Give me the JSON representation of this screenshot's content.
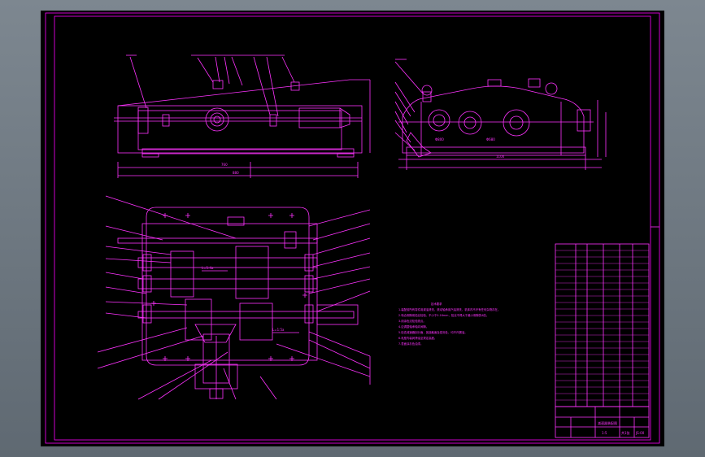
{
  "colors": {
    "background": "#000000",
    "frame": "#ff00ff",
    "line": "#ff33ff",
    "window": "#6b757e"
  },
  "drawing": {
    "notes_title": "技术要求",
    "notes": [
      "1.装配前所有零件用煤油清洗，滚动轴承用汽油清洗，机体内不许有任何杂物存在。",
      "2.啮合侧隙用铅丝检验，不小于0.16mm，铅丝不得大于最小侧隙的4倍。",
      "3.用涂色法检验斑点。",
      "4.应调整轴承轴向间隙。",
      "5.检查减速器剖分面，各接触面及密封处，均不许漏油。",
      "6.机座内装润滑油至规定高度。",
      "7.表面涂灰色油漆。"
    ],
    "top_view_dims": [
      "760",
      "880"
    ],
    "side_view_dims": [
      "Φ800",
      "Φ680",
      "1100"
    ],
    "plan_dims": [
      "L=1:4a",
      "L=1:5a"
    ],
    "title_block": {
      "name": "减速器装配图",
      "scale": "1:5",
      "sheet": "共1张",
      "code": "JS-00"
    }
  }
}
